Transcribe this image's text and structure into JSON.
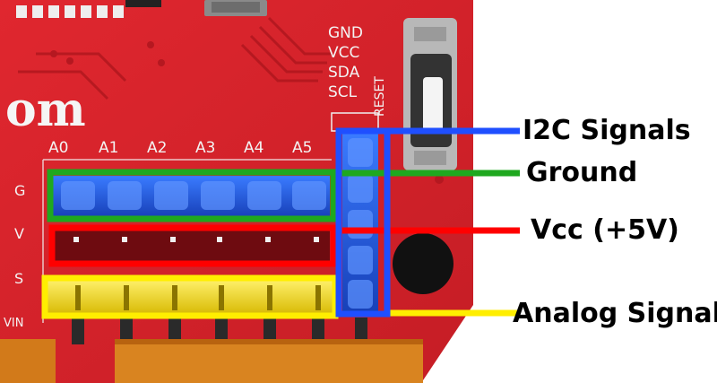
{
  "board": {
    "partial_brand_text": "om",
    "analog_headers": [
      "A0",
      "A1",
      "A2",
      "A3",
      "A4",
      "A5"
    ],
    "row_labels": [
      "G",
      "V",
      "S",
      "VIN"
    ],
    "i2c_pin_labels": [
      "GND",
      "VCC",
      "SDA",
      "SCL"
    ],
    "reset_label": "RESET"
  },
  "callouts": [
    {
      "label": "I2C Signals",
      "color": "#1f4fff"
    },
    {
      "label": "Ground",
      "color": "#1fa81f"
    },
    {
      "label": "Vcc (+5V)",
      "color": "#ff0000"
    },
    {
      "label": "Analog Signal",
      "color": "#ffee00"
    }
  ],
  "colors": {
    "pcb_red": "#d9232b",
    "blue_header": "#1f5fe0",
    "yellow_header": "#e8d000",
    "orange_connector": "#d27a1a"
  }
}
